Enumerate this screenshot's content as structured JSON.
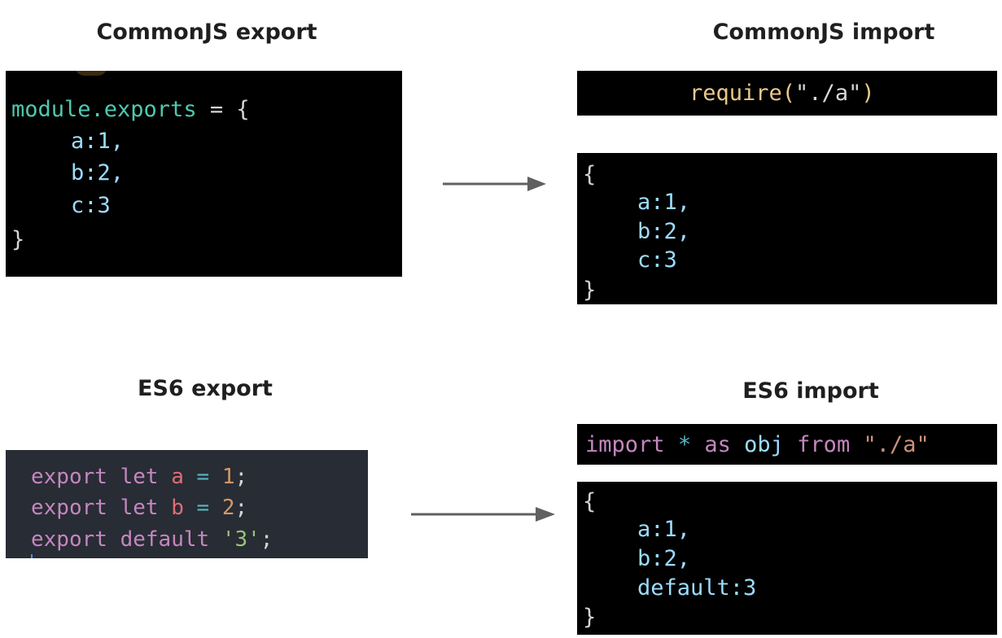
{
  "headings": {
    "cjs_export": "CommonJS export",
    "cjs_import": "CommonJS import",
    "es6_export": "ES6 export",
    "es6_import": "ES6 import"
  },
  "cjs_export_code": {
    "line1": {
      "module": "module.exports",
      "rest": " = {"
    },
    "line2": "a:1,",
    "line3": "b:2,",
    "line4": "c:3",
    "line5": "}"
  },
  "cjs_require_code": {
    "fn": "require(",
    "arg": "\"./a\"",
    "close": ")"
  },
  "cjs_result_code": {
    "line1": "{",
    "line2": "a:1,",
    "line3": "b:2,",
    "line4": "c:3",
    "line5": "}"
  },
  "es6_export_code": {
    "line1": {
      "kw1": "export",
      "kw2": "let",
      "var": "a",
      "op": "=",
      "val": "1",
      "end": ";"
    },
    "line2": {
      "kw1": "export",
      "kw2": "let",
      "var": "b",
      "op": "=",
      "val": "2",
      "end": ";"
    },
    "line3": {
      "kw1": "export",
      "kw2": "default",
      "val": "'3'",
      "end": ";"
    }
  },
  "es6_import_code": {
    "kw_import": "import",
    "star": "*",
    "kw_as": "as",
    "ident": "obj",
    "kw_from": "from",
    "path": "\"./a\""
  },
  "es6_result_code": {
    "line1": "{",
    "line2": "a:1,",
    "line3": "b:2,",
    "line4": "default:3",
    "line5": "}"
  },
  "colors": {
    "arrow": "#606060",
    "code_bg": "#000000",
    "es6_export_bg": "#282c34"
  }
}
